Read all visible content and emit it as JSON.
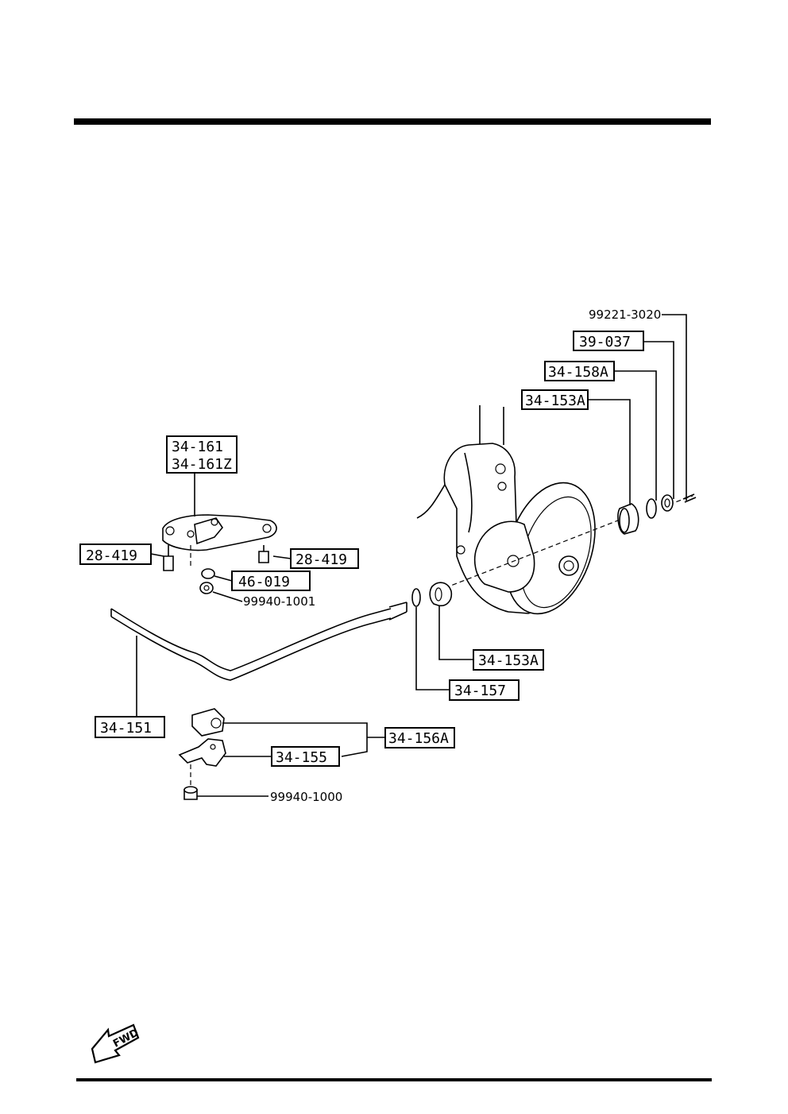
{
  "callouts": {
    "p99221_3020": "99221-3020",
    "p39_037": "39-037",
    "p34_158A": "34-158A",
    "p34_153A_top": "34-153A",
    "p34_161": "34-161",
    "p34_161Z": "34-161Z",
    "p28_419_left": "28-419",
    "p28_419_right": "28-419",
    "p46_019": "46-019",
    "p99940_1001": "99940-1001",
    "p34_153A_bottom": "34-153A",
    "p34_157": "34-157",
    "p34_151": "34-151",
    "p34_156A": "34-156A",
    "p34_155": "34-155",
    "p99940_1000": "99940-1000"
  },
  "fwd_label": "FWD"
}
